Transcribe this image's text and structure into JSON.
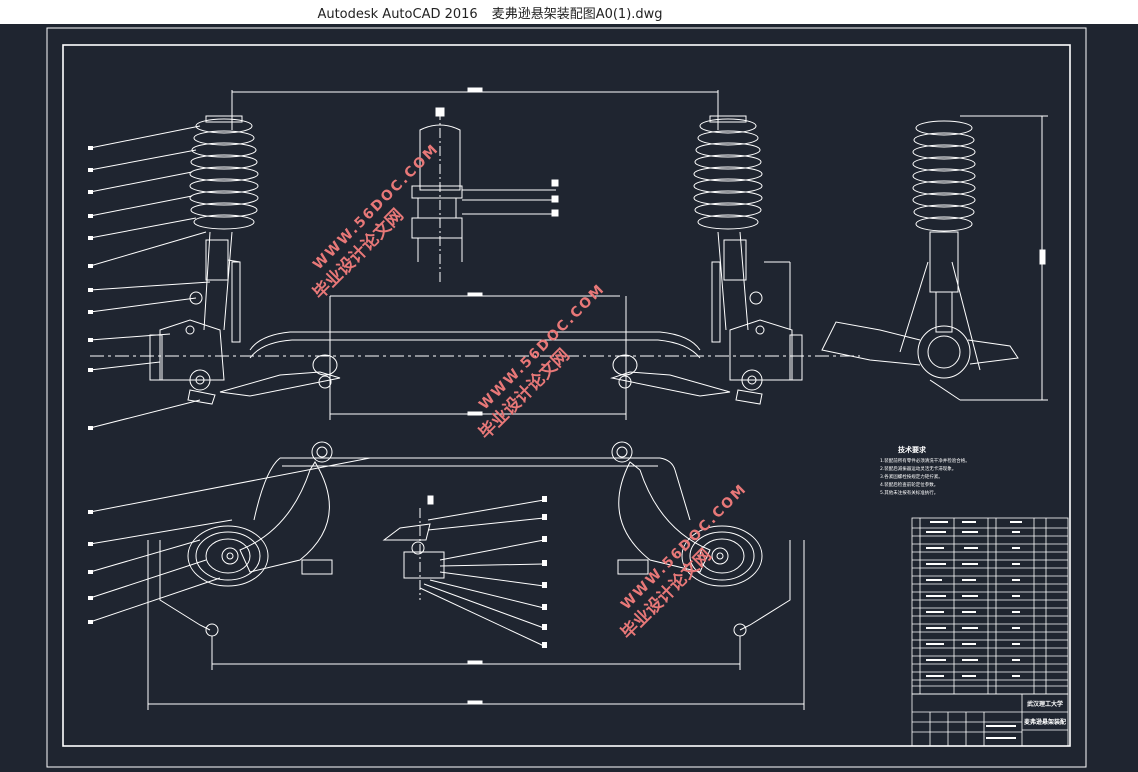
{
  "window": {
    "app_title": "Autodesk AutoCAD 2016",
    "file_name": "麦弗逊悬架装配图A0(1).dwg"
  },
  "watermarks": [
    {
      "cn": "毕业设计论文网",
      "url": "WWW.56DOC.COM"
    },
    {
      "cn": "毕业设计论文网",
      "url": "WWW.56DOC.COM"
    },
    {
      "cn": "毕业设计论文网",
      "url": "WWW.56DOC.COM"
    }
  ],
  "technical_requirements": {
    "title": "技术要求",
    "lines": [
      "1.装配前所有零件必须清洗干净并检验合格。",
      "2.装配后减振器运动灵活无卡滞现象。",
      "3.各紧固螺栓按规定力矩拧紧。",
      "4.装配后检查前轮定位参数。",
      "5.其他未注按有关标准执行。"
    ]
  },
  "title_block": {
    "school": "武汉理工大学",
    "drawing_name": "麦弗逊悬架装配"
  },
  "colors": {
    "background": "#1f2530",
    "lines": "#ffffff",
    "watermark": "#e87878"
  }
}
